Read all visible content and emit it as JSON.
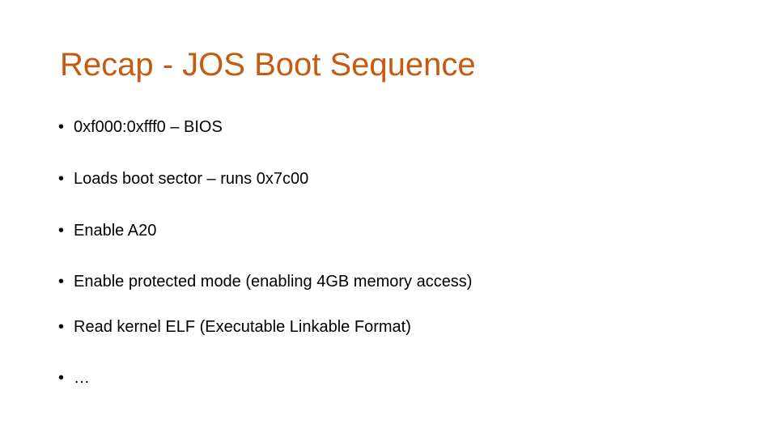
{
  "slide": {
    "title": "Recap - JOS Boot Sequence",
    "bullet_glyph": "•",
    "bullets": [
      "0xf000:0xfff0 – BIOS",
      "Loads boot sector – runs 0x7c00",
      "Enable A20",
      "Enable protected mode (enabling 4GB memory access)",
      "Read kernel ELF (Executable Linkable Format)",
      "…"
    ]
  },
  "colors": {
    "title": "#c55a11",
    "text": "#000000",
    "background": "#ffffff"
  }
}
